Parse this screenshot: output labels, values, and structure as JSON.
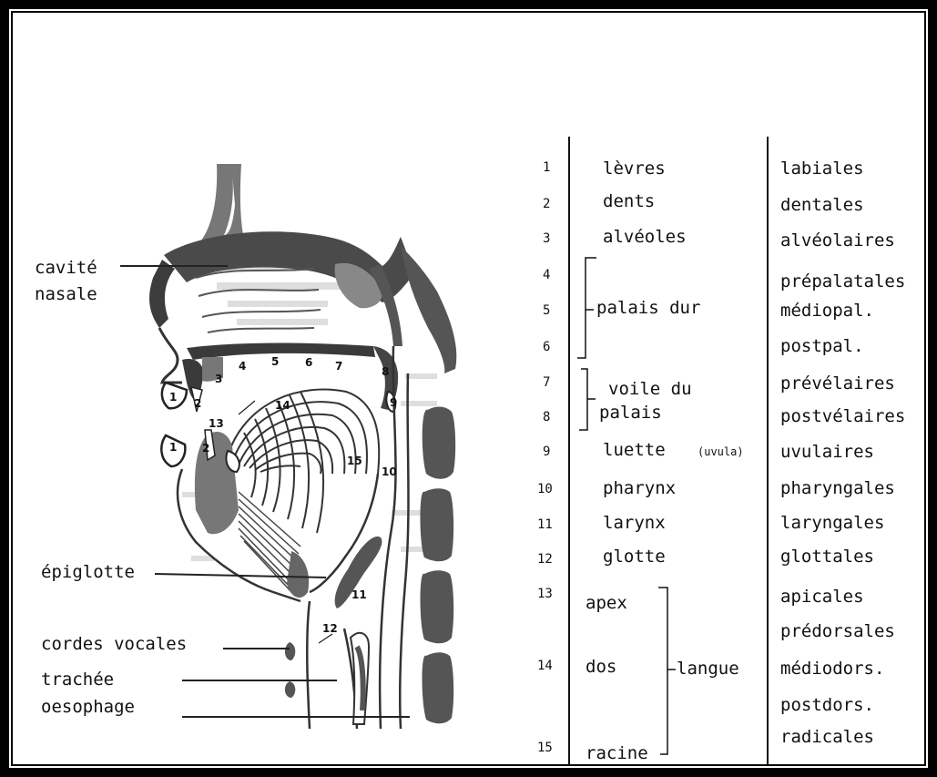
{
  "anatomy": {
    "labels": {
      "nasal_cavity_line1": "cavité",
      "nasal_cavity_line2": "nasale",
      "epiglottis": "épiglotte",
      "vocal_cords": "cordes vocales",
      "trachea": "trachée",
      "esophagus": "oesophage"
    },
    "markers": [
      "1",
      "1",
      "2",
      "2",
      "3",
      "4",
      "5",
      "6",
      "7",
      "8",
      "9",
      "10",
      "11",
      "12",
      "13",
      "14",
      "15"
    ]
  },
  "table": {
    "rows": [
      {
        "num": "1",
        "organ": "lèvres",
        "consonant": "labiales"
      },
      {
        "num": "2",
        "organ": "dents",
        "consonant": "dentales"
      },
      {
        "num": "3",
        "organ": "alvéoles",
        "consonant": "alvéolaires"
      },
      {
        "num": "4",
        "organ": "",
        "consonant": "prépalatales"
      },
      {
        "num": "5",
        "organ": "palais dur",
        "consonant": "médiopal."
      },
      {
        "num": "6",
        "organ": "",
        "consonant": "postpal."
      },
      {
        "num": "7",
        "organ": "voile du",
        "consonant": "prévélaires"
      },
      {
        "num": "8",
        "organ": "palais",
        "consonant": "postvélaires"
      },
      {
        "num": "9",
        "organ": "luette",
        "organ_note": "(uvula)",
        "consonant": "uvulaires"
      },
      {
        "num": "10",
        "organ": "pharynx",
        "consonant": "pharyngales"
      },
      {
        "num": "11",
        "organ": "larynx",
        "consonant": "laryngales"
      },
      {
        "num": "12",
        "organ": "glotte",
        "consonant": "glottales"
      },
      {
        "num": "13",
        "organ": "apex",
        "consonant": "apicales"
      },
      {
        "num": "",
        "organ": "",
        "consonant": "prédorsales"
      },
      {
        "num": "14",
        "organ": "dos",
        "consonant": "médiodors."
      },
      {
        "num": "",
        "organ": "",
        "consonant": "postdors."
      },
      {
        "num": "15",
        "organ": "racine",
        "consonant": "radicales"
      }
    ],
    "tongue_label": "langue"
  }
}
